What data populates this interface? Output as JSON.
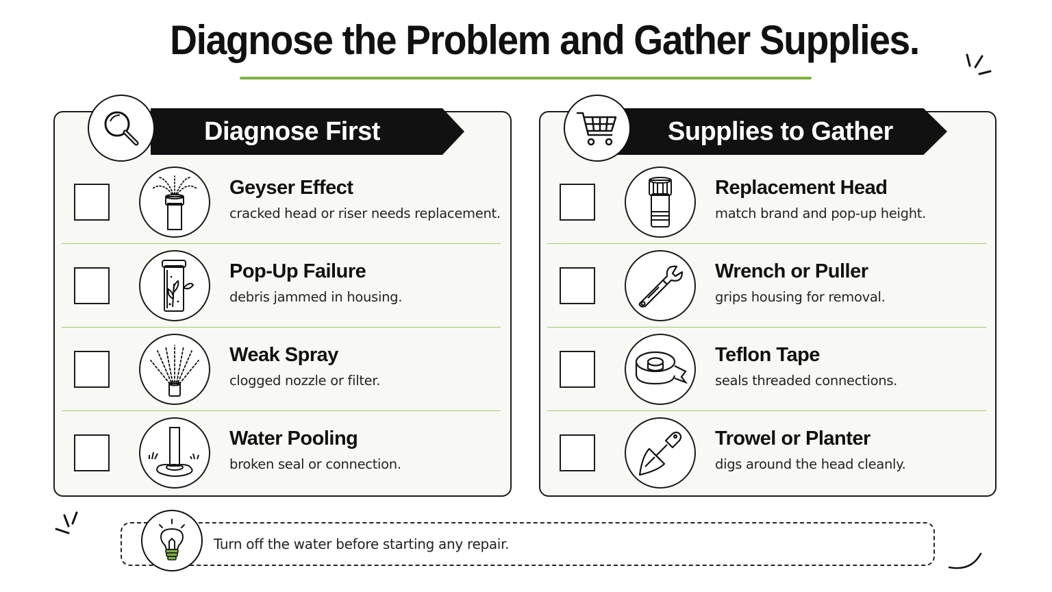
{
  "title": "Diagnose the Problem and Gather Supplies.",
  "accent_color": "#7fb241",
  "diagnose": {
    "heading": "Diagnose First",
    "badge_icon": "magnifying-glass-icon",
    "items": [
      {
        "title": "Geyser Effect",
        "desc": "cracked head or riser needs replacement.",
        "icon": "geyser-sprinkler-icon"
      },
      {
        "title": "Pop-Up Failure",
        "desc": "debris jammed in housing.",
        "icon": "debris-housing-icon"
      },
      {
        "title": "Weak Spray",
        "desc": "clogged nozzle or filter.",
        "icon": "weak-spray-icon"
      },
      {
        "title": "Water Pooling",
        "desc": "broken seal or connection.",
        "icon": "water-pooling-icon"
      }
    ]
  },
  "supplies": {
    "heading": "Supplies to Gather",
    "badge_icon": "shopping-cart-icon",
    "items": [
      {
        "title": "Replacement Head",
        "desc": "match brand and pop-up height.",
        "icon": "sprinkler-head-icon"
      },
      {
        "title": "Wrench or Puller",
        "desc": "grips housing for removal.",
        "icon": "wrench-icon"
      },
      {
        "title": "Teflon Tape",
        "desc": "seals threaded connections.",
        "icon": "tape-roll-icon"
      },
      {
        "title": "Trowel or Planter",
        "desc": "digs around the head cleanly.",
        "icon": "trowel-icon"
      }
    ]
  },
  "tip": {
    "text": "Turn off the water before starting any repair.",
    "icon": "lightbulb-icon"
  }
}
